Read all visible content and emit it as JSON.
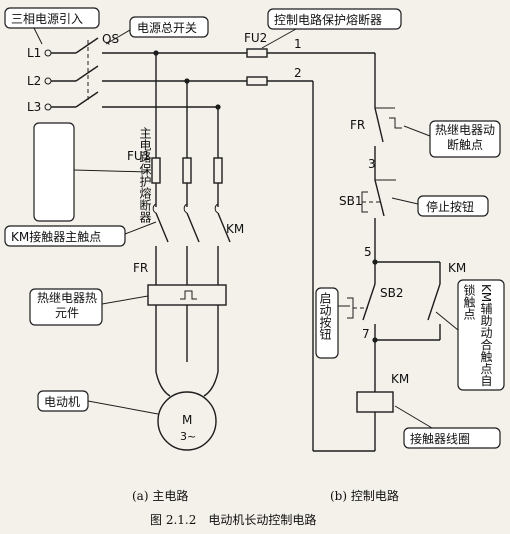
{
  "callouts": {
    "three_phase_input": "三相电源引入",
    "main_switch": "电源总开关",
    "control_fuse": "控制电路保护熔断器",
    "main_fuse": "主电路保护熔断器",
    "km_main_contact": "KM接触器主触点",
    "thermal_element": "热继电器热元件",
    "motor": "电动机",
    "thermal_contact": "热继电器动断触点",
    "stop_button": "停止按钮",
    "start_button": "启动按钮",
    "km_aux_contact": "KM辅助动合触点自锁触点",
    "contactor_coil": "接触器线圈"
  },
  "labels": {
    "l1": "L1",
    "l2": "L2",
    "l3": "L3",
    "qs": "QS",
    "fu1": "FU1",
    "fu2": "FU2",
    "km_main": "KM",
    "fr_main": "FR",
    "motor_m": "M",
    "motor_phase": "3~",
    "node1": "1",
    "node2": "2",
    "node3": "3",
    "node5": "5",
    "node7": "7",
    "fr_ctrl": "FR",
    "sb1": "SB1",
    "sb2": "SB2",
    "km_aux": "KM",
    "km_coil": "KM"
  },
  "captions": {
    "main_circuit": "(a) 主电路",
    "control_circuit": "(b) 控制电路",
    "figure_title": "图 2.1.2　电动机长动控制电路"
  }
}
